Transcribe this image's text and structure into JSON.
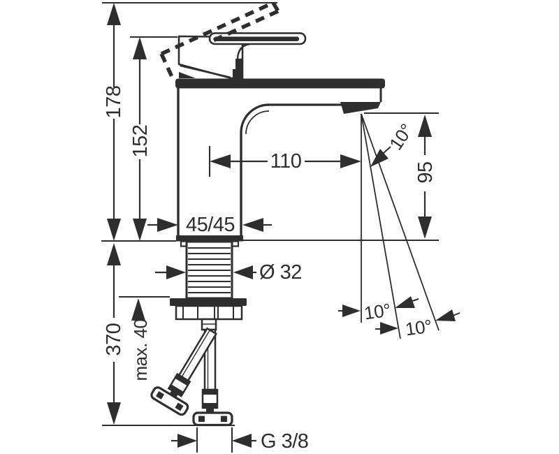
{
  "colors": {
    "ink": "#2e2e2e",
    "background": "#ffffff"
  },
  "drawing": {
    "dim_total_height": "178",
    "dim_body_height": "152",
    "dim_spout_reach": "110",
    "dim_body_section": "45/45",
    "dim_spout_height": "95",
    "dim_angle_spout": "10°",
    "dim_angle_hose_left": "10°",
    "dim_angle_hose_right": "10°",
    "dim_shank_diameter": "Ø 32",
    "dim_hose_length": "370",
    "dim_max_counter_thickness": "max. 40",
    "dim_connection_thread": "G 3/8"
  }
}
